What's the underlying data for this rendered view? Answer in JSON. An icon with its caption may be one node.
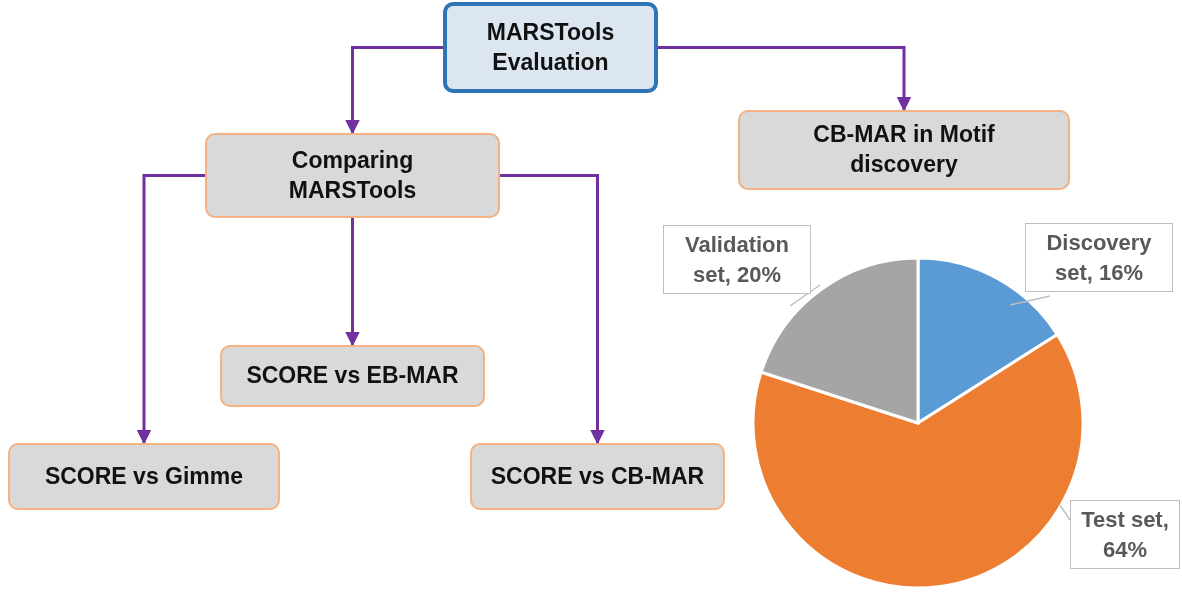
{
  "diagram": {
    "nodes": [
      {
        "text": [
          "MARSTools Evaluation"
        ]
      },
      {
        "text": [
          "Comparing MARSTools"
        ]
      },
      {
        "text": [
          "CB-MAR in Motif discovery"
        ]
      },
      {
        "text": [
          "SCORE vs EB-MAR"
        ]
      },
      {
        "text": [
          "SCORE vs Gimme"
        ]
      },
      {
        "text": [
          "SCORE vs CB-MAR"
        ]
      }
    ],
    "edges": [
      {
        "from": 0,
        "to": 1,
        "arrow": "to"
      },
      {
        "from": 0,
        "to": 2,
        "arrow": "to"
      },
      {
        "from": 1,
        "to": 4,
        "arrow": "to"
      },
      {
        "from": 1,
        "to": 3,
        "arrow": "to"
      },
      {
        "from": 1,
        "to": 5,
        "arrow": "to"
      }
    ],
    "chart_data": {
      "type": "pie",
      "values": [
        16,
        64,
        20
      ],
      "value_labels": [
        "Discovery set, 16%",
        "Test set, 64%",
        "Validation set, 20%"
      ]
    }
  }
}
